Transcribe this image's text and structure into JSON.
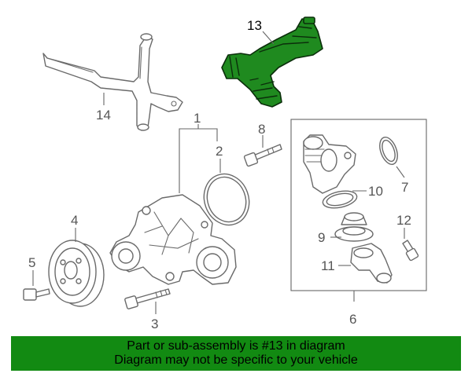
{
  "callouts": {
    "c1": "1",
    "c2": "2",
    "c3": "3",
    "c4": "4",
    "c5": "5",
    "c6": "6",
    "c7": "7",
    "c8": "8",
    "c9": "9",
    "c10": "10",
    "c11": "11",
    "c12": "12",
    "c13": "13",
    "c14": "14"
  },
  "highlighted_part": "13",
  "colors": {
    "highlight": "#1f8a1f",
    "banner": "#128a12",
    "linework": "#6a6a6a"
  },
  "banner": {
    "line1": "Part or sub-assembly is #13 in diagram",
    "line2": "Diagram may not be specific to your vehicle"
  }
}
